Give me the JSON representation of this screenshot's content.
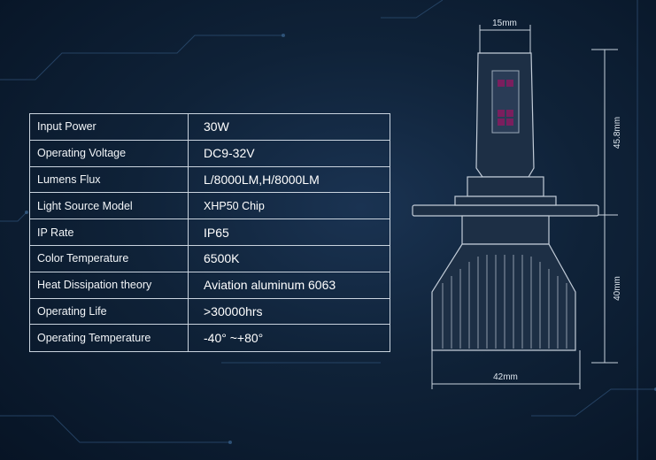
{
  "specs": [
    {
      "label": "Input Power",
      "value": "30W"
    },
    {
      "label": "Operating Voltage",
      "value": "DC9-32V"
    },
    {
      "label": "Lumens Flux",
      "value": "L/8000LM,H/8000LM"
    },
    {
      "label": "Light Source Model",
      "value": "XHP50 Chip"
    },
    {
      "label": "IP Rate",
      "value": "IP65"
    },
    {
      "label": "Color Temperature",
      "value": "6500K"
    },
    {
      "label": "Heat Dissipation theory",
      "value": "Aviation aluminum 6063"
    },
    {
      "label": "Operating Life",
      "value": ">30000hrs"
    },
    {
      "label": "Operating Temperature",
      "value": "-40° ~+80°"
    }
  ],
  "dimensions": {
    "top_width": "15mm",
    "upper_height": "45.8mm",
    "lower_height": "40mm",
    "bottom_width": "42mm"
  }
}
